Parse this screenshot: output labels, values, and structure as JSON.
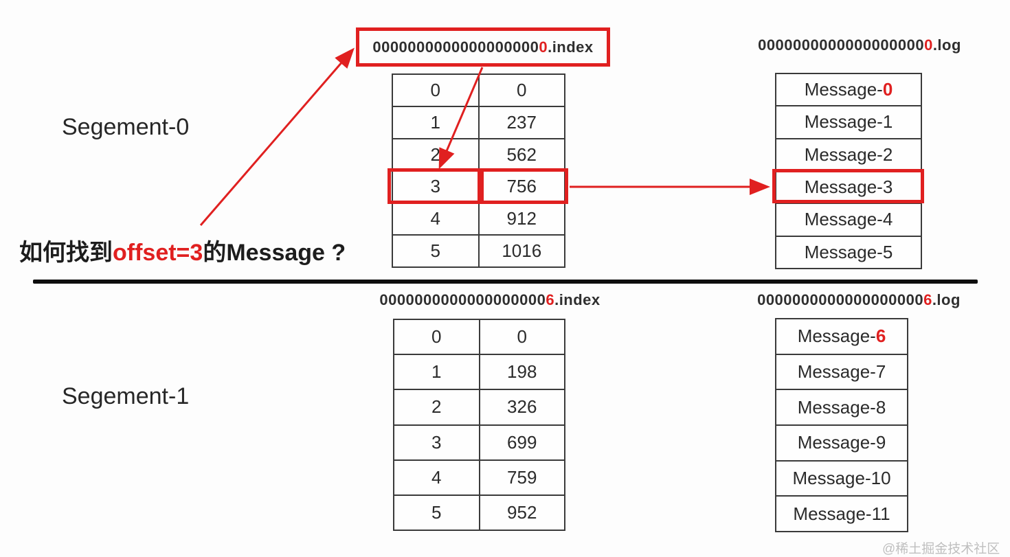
{
  "colors": {
    "accent_red": "#e02020",
    "table_border": "#3a3a3a",
    "text": "#2b2b2b",
    "divider": "#0e0e0e",
    "watermark": "#bfbfbf"
  },
  "question": {
    "part1": "如何找到",
    "highlight": "offset=3",
    "part2": "的Message ?"
  },
  "watermark": "@稀土掘金技术社区",
  "segments": [
    {
      "label": "Segement-0",
      "index_file": {
        "prefix": "0000000000000000000",
        "red": "0",
        "ext": ".index"
      },
      "log_file": {
        "prefix": "0000000000000000000",
        "red": "0",
        "ext": ".log"
      },
      "index_rows": [
        [
          "0",
          "0"
        ],
        [
          "1",
          "237"
        ],
        [
          "2",
          "562"
        ],
        [
          "3",
          "756"
        ],
        [
          "4",
          "912"
        ],
        [
          "5",
          "1016"
        ]
      ],
      "messages": [
        {
          "prefix": "Message-",
          "num": "0",
          "red": true
        },
        {
          "prefix": "Message-",
          "num": "1",
          "red": false
        },
        {
          "prefix": "Message-",
          "num": "2",
          "red": false
        },
        {
          "prefix": "Message-",
          "num": "3",
          "red": false
        },
        {
          "prefix": "Message-",
          "num": "4",
          "red": false
        },
        {
          "prefix": "Message-",
          "num": "5",
          "red": false
        }
      ],
      "highlight": {
        "index_row": 3,
        "message_index": 3
      }
    },
    {
      "label": "Segement-1",
      "index_file": {
        "prefix": "0000000000000000000",
        "red": "6",
        "ext": ".index"
      },
      "log_file": {
        "prefix": "0000000000000000000",
        "red": "6",
        "ext": ".log"
      },
      "index_rows": [
        [
          "0",
          "0"
        ],
        [
          "1",
          "198"
        ],
        [
          "2",
          "326"
        ],
        [
          "3",
          "699"
        ],
        [
          "4",
          "759"
        ],
        [
          "5",
          "952"
        ]
      ],
      "messages": [
        {
          "prefix": "Message-",
          "num": "6",
          "red": true
        },
        {
          "prefix": "Message-",
          "num": "7",
          "red": false
        },
        {
          "prefix": "Message-",
          "num": "8",
          "red": false
        },
        {
          "prefix": "Message-",
          "num": "9",
          "red": false
        },
        {
          "prefix": "Message-",
          "num": "10",
          "red": false
        },
        {
          "prefix": "Message-",
          "num": "11",
          "red": false
        }
      ],
      "highlight": null
    }
  ]
}
